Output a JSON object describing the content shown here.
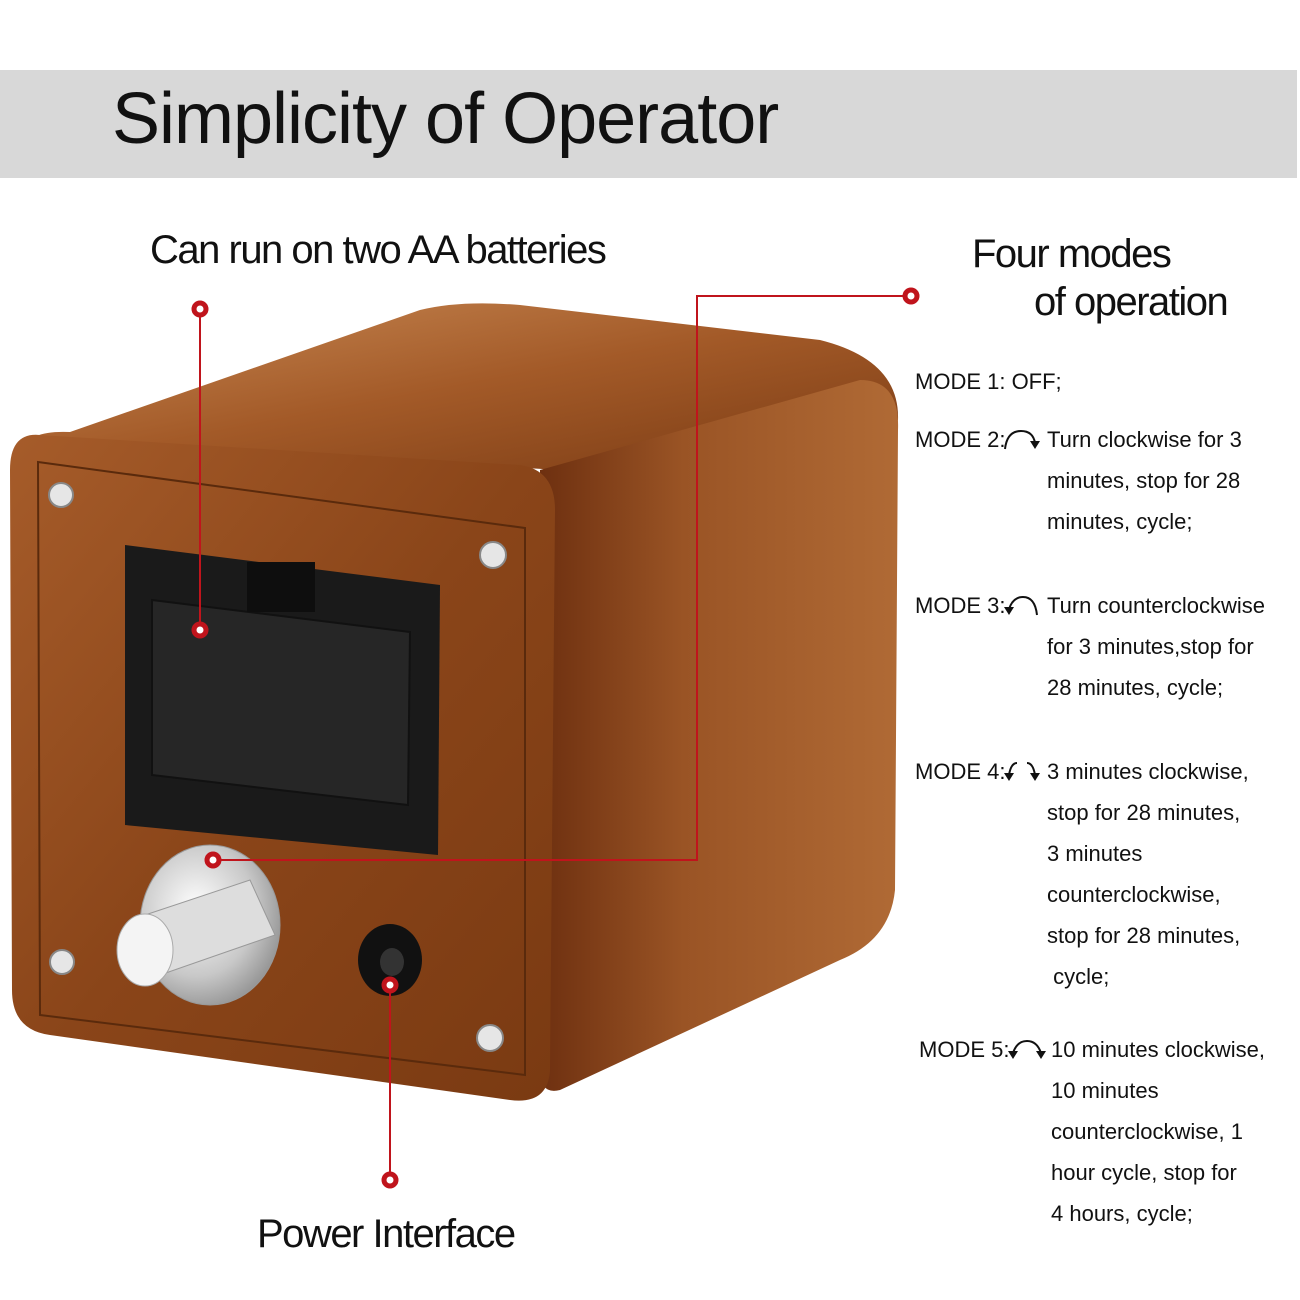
{
  "header": {
    "title": "Simplicity of Operator"
  },
  "callouts": {
    "batteries": "Can run on two AA batteries",
    "modes_title_line1": "Four modes",
    "modes_title_line2": "of operation",
    "power": "Power Interface"
  },
  "modes": [
    {
      "label": "MODE 1: OFF;",
      "icon": "none",
      "lines": []
    },
    {
      "label": "MODE 2:",
      "icon": "clockwise-arrow-icon",
      "lines": [
        "Turn clockwise for 3",
        "minutes, stop for 28",
        "minutes, cycle;"
      ]
    },
    {
      "label": "MODE 3:",
      "icon": "counterclockwise-arrow-icon",
      "lines": [
        "Turn counterclockwise",
        "for 3 minutes,stop for",
        "28 minutes, cycle;"
      ]
    },
    {
      "label": "MODE 4:",
      "icon": "bidirectional-arrow-icon",
      "lines": [
        "3 minutes clockwise,",
        "stop for 28 minutes,",
        "3 minutes",
        "counterclockwise,",
        "stop for 28 minutes,",
        " cycle;"
      ]
    },
    {
      "label": "MODE 5:",
      "icon": "bidirectional-arrow-icon",
      "lines": [
        "10 minutes clockwise,",
        "10 minutes",
        "counterclockwise, 1",
        "hour cycle, stop for",
        "4 hours, cycle;"
      ]
    }
  ],
  "colors": {
    "band": "#d8d8d8",
    "callout_red": "#c0141c",
    "wood": "#8a4a1c"
  }
}
